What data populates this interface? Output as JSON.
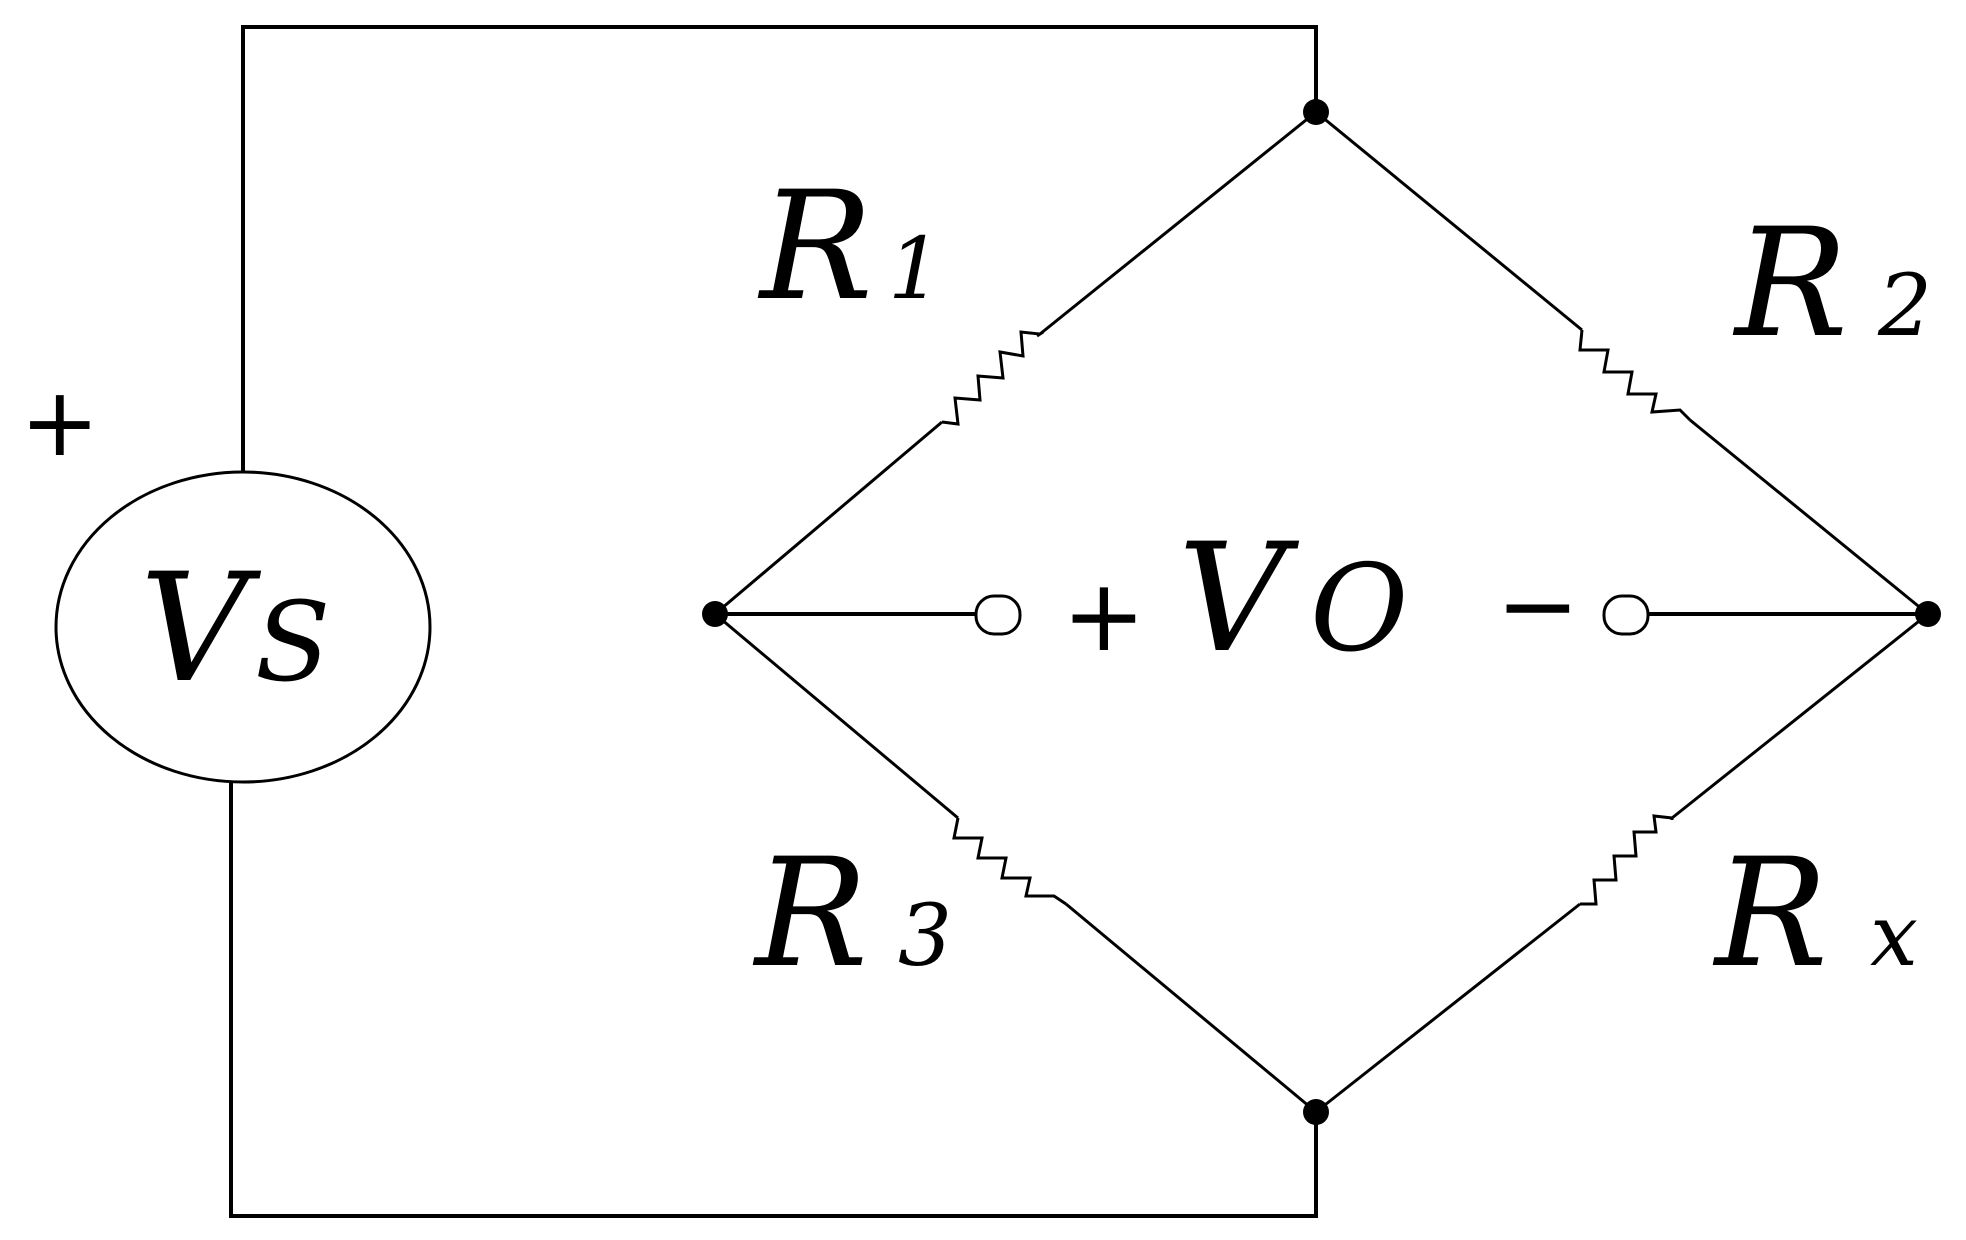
{
  "diagram": {
    "source": {
      "label_main": "V",
      "label_sub": "S",
      "polarity_plus": "+"
    },
    "resistors": {
      "r1": {
        "main": "R",
        "sub": "1"
      },
      "r2": {
        "main": "R",
        "sub": "2"
      },
      "r3": {
        "main": "R",
        "sub": "3"
      },
      "rx": {
        "main": "R",
        "sub": "x"
      }
    },
    "output": {
      "plus": "+",
      "label_main": "V",
      "label_sub": "O",
      "minus": "−"
    }
  },
  "colors": {
    "stroke": "#000000",
    "background": "#ffffff"
  }
}
